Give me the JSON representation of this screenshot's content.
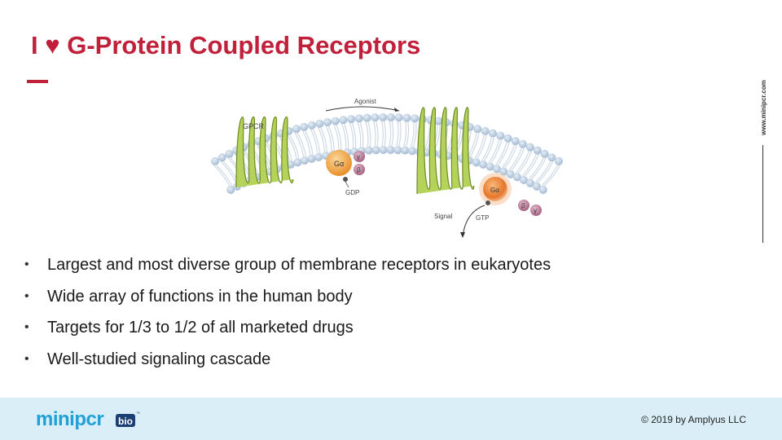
{
  "slide": {
    "title": "I ♥ G-Protein Coupled Receptors",
    "bullets": [
      "Largest and most diverse group of membrane receptors in eukaryotes",
      "Wide array of functions in the human body",
      "Targets for 1/3 to 1/2 of all marketed drugs",
      "Well-studied signaling cascade"
    ],
    "bullet_glyph": "•",
    "side_text": "www.minipcr.com",
    "copyright": "© 2019 by Amplyus LLC"
  },
  "figure": {
    "labels": {
      "agonist": "Agonist",
      "gpcr": "GPCR",
      "g_alpha_1": "Gα",
      "gamma_1": "γ",
      "beta_1": "β",
      "gdp": "GDP",
      "g_alpha_2": "Gα",
      "beta_2": "β",
      "gamma_2": "γ",
      "signal": "Signal",
      "gtp": "GTP"
    }
  },
  "footer": {
    "logo_text": "minipcr",
    "logo_badge": "bio",
    "logo_tm": "™"
  },
  "colors": {
    "title": "#c0203a",
    "footer_bg": "#d9eef7",
    "receptor": "#a6c94a",
    "g_alpha": "#f0a440",
    "beta_gamma": "#b0708c",
    "membrane": "#b8cfe4",
    "logo_blue": "#1fa0d6"
  }
}
